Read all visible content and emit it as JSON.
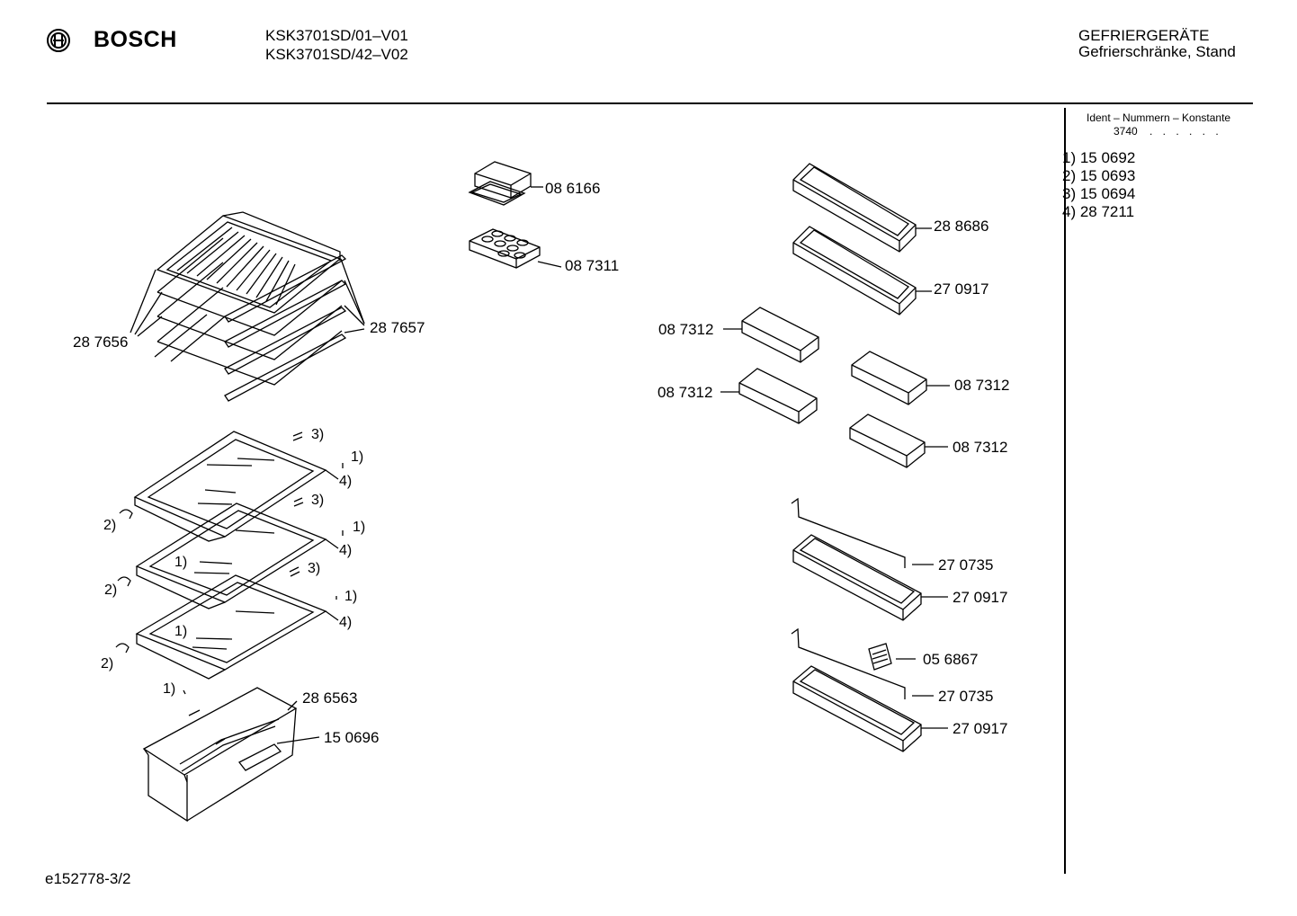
{
  "header": {
    "brand": "BOSCH",
    "logo_icon": "bosch-armature-logo-icon",
    "models": [
      "KSK3701SD/01–V01",
      "KSK3701SD/42–V02"
    ],
    "category": [
      "GEFRIERGERÄTE",
      "Gefrierschränke, Stand"
    ]
  },
  "sidebar": {
    "title": "Ident – Nummern – Konstante",
    "constant": "3740",
    "dots": ". . . . . .",
    "items": [
      "1) 15 0692",
      "2) 15 0693",
      "3) 15 0694",
      "4) 28 7211"
    ]
  },
  "parts": {
    "p086166": "08 6166",
    "p087311": "08 7311",
    "p288686": "28 8686",
    "p270917a": "27 0917",
    "p287656": "28 7656",
    "p287657": "28 7657",
    "p087312a": "08 7312",
    "p087312b": "08 7312",
    "p087312c": "08 7312",
    "p087312d": "08 7312",
    "p270735a": "27 0735",
    "p270917b": "27 0917",
    "p056867": "05 6867",
    "p270735b": "27 0735",
    "p270917c": "27 0917",
    "p286563": "28 6563",
    "p150696": "15 0696"
  },
  "refs": {
    "r3a": "3)",
    "r1a": "1)",
    "r4a": "4)",
    "r2a": "2)",
    "r3b": "3)",
    "r1b": "1)",
    "r4b": "4)",
    "r1c": "1)",
    "r2b": "2)",
    "r3c": "3)",
    "r1d": "1)",
    "r4c": "4)",
    "r1e": "1)",
    "r2c": "2)",
    "r1f": "1)"
  },
  "footer": {
    "code": "e152778-3/2"
  }
}
